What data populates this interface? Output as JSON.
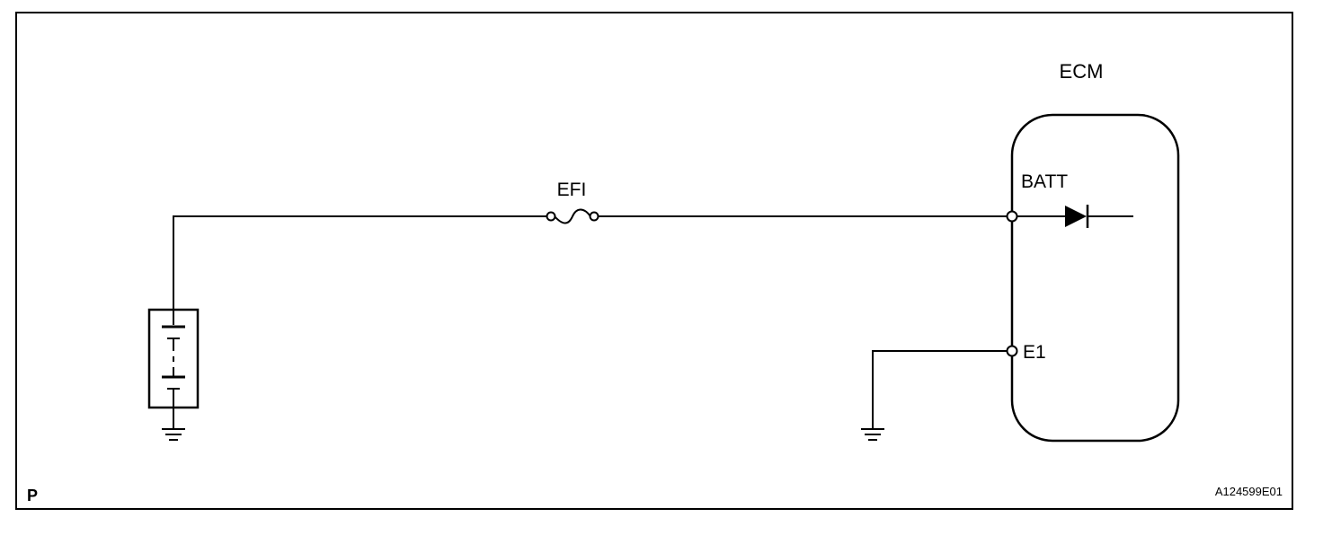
{
  "diagram": {
    "ecm_label": "ECM",
    "fuse_label": "EFI",
    "batt_terminal_label": "BATT",
    "ground_terminal_label": "E1",
    "corner_label": "P",
    "figure_id": "A124599E01"
  },
  "colors": {
    "line": "#000000",
    "background": "#ffffff"
  }
}
